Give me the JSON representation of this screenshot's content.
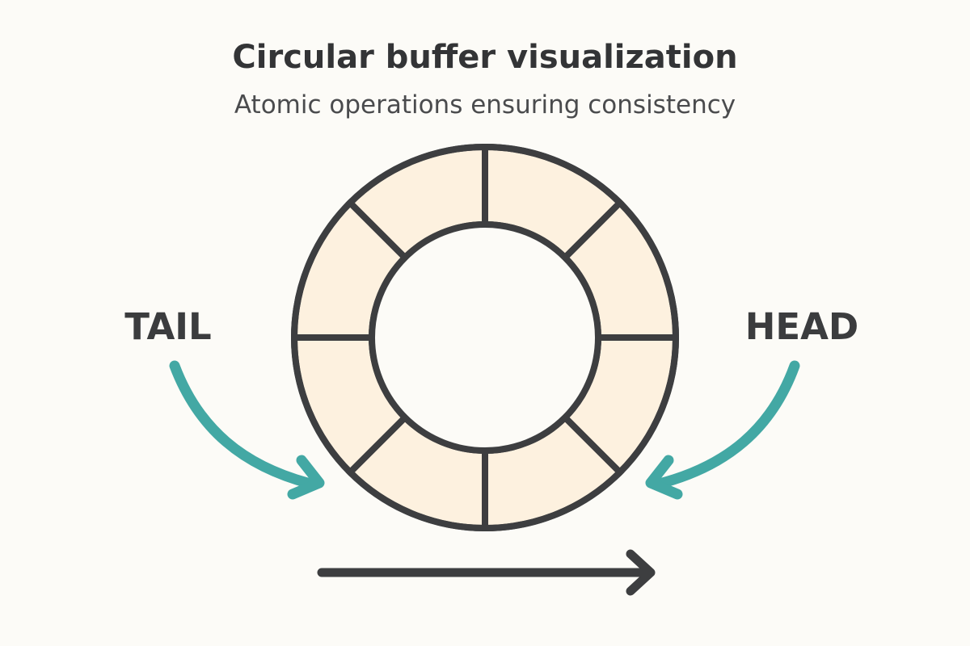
{
  "header": {
    "title": "Circular buffer visualization",
    "subtitle": "Atomic operations ensuring consistency"
  },
  "labels": {
    "tail": "TAIL",
    "head": "HEAD"
  },
  "buffer": {
    "slot_count": 8
  },
  "colors": {
    "slot_fill": "#fdf1df",
    "outline": "#3d3e40",
    "pointer_arrow": "#43a8a4",
    "direction_arrow": "#3d3e40",
    "background": "#fcfbf7"
  }
}
